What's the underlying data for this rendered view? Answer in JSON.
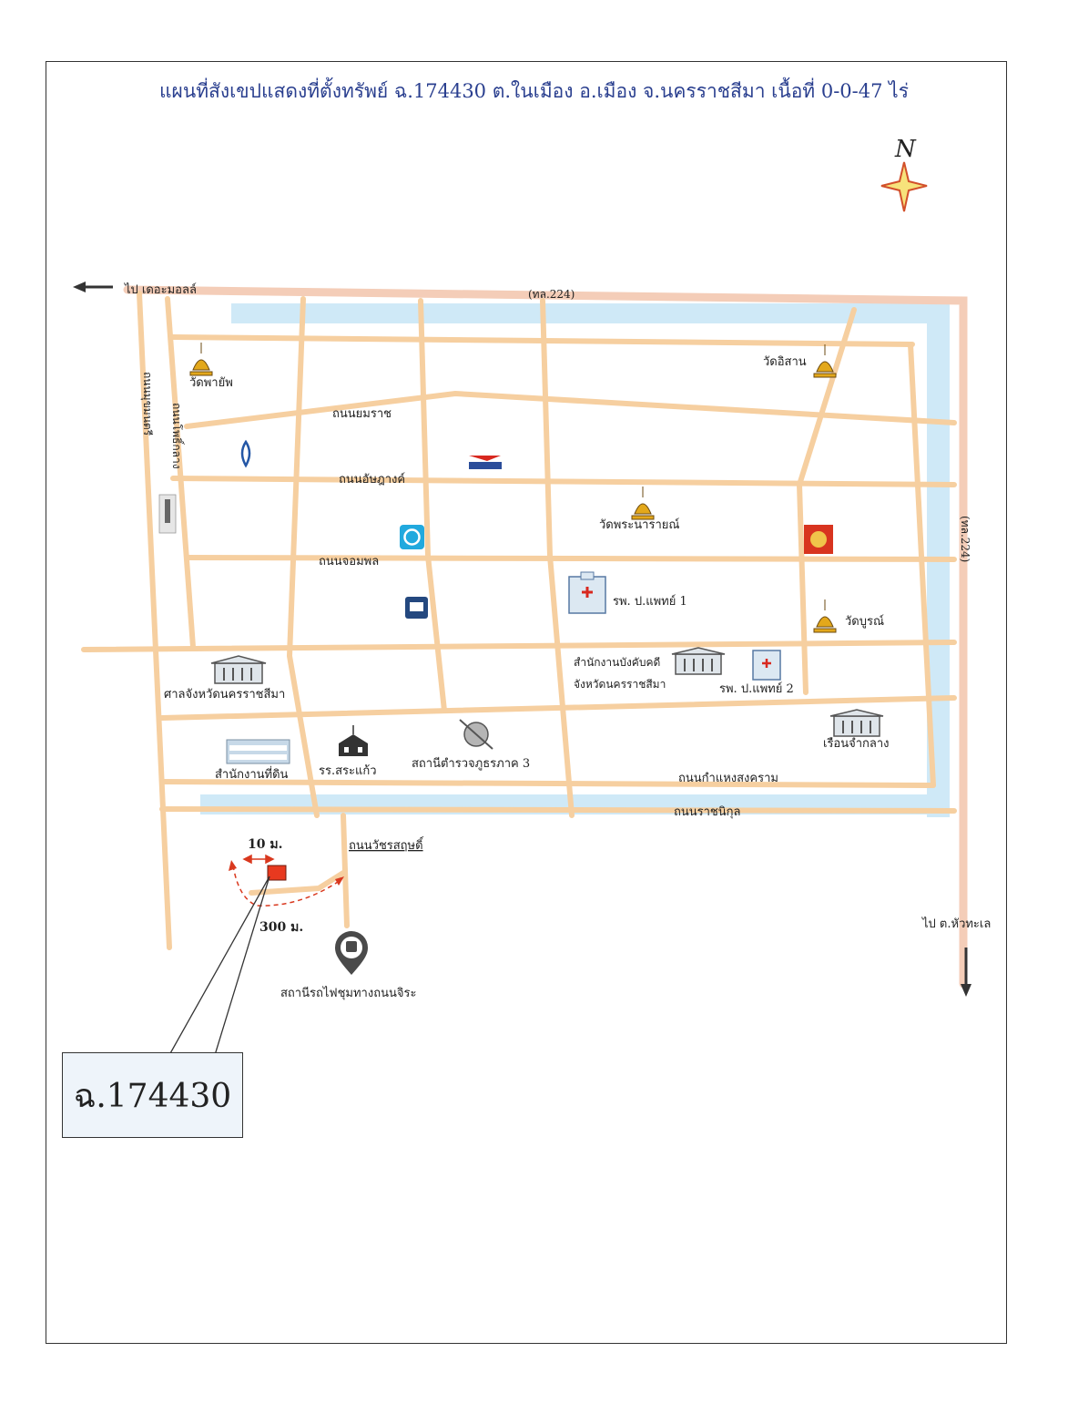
{
  "title": "แผนที่สังเขปแสดงที่ตั้งทรัพย์ ฉ.174430 ต.ในเมือง อ.เมือง จ.นครราชสีมา  เนื้อที่ 0-0-47 ไร่",
  "north_letter": "N",
  "colors": {
    "road": "#f6cfa0",
    "moat": "#cfe9f7",
    "highway": "#f4cdb8",
    "parcel": "#e8391f",
    "dimension": "#d9381e",
    "title_text": "#2a3f8f",
    "temple_gold": "#e3a81b"
  },
  "labels": {
    "to_mall": "ไป เดอะมอลล์",
    "hwy_top": "(ทล.224)",
    "hwy_right": "(ทล.224)",
    "to_south": "ไป ต.หัวทะเล",
    "road_mukmontri": "ถนนมุขมนตรี",
    "road_pho_klang": "ถนนโพธิ์กลาง",
    "road_yommarat": "ถนนยมราช",
    "road_assadang": "ถนนอัษฎางค์",
    "road_chomphon": "ถนนจอมพล",
    "road_kamphaeng": "ถนนกำแหงสงคราม",
    "road_ratchanikun": "ถนนราชนิกุล",
    "road_watcharasarit": "ถนนวัชรสฤษดิ์"
  },
  "places": {
    "wat_phayap": "วัดพายัพ",
    "wat_isan": "วัดอิสาน",
    "wat_phranarai": "วัดพระนารายณ์",
    "wat_bun": "วัดบูรณ์",
    "hospital_1": "รพ. ป.แพทย์ 1",
    "hospital_2": "รพ. ป.แพทย์ 2",
    "court": "ศาลจังหวัดนครราชสีมา",
    "enforcement_1": "สำนักงานบังคับคดี",
    "enforcement_2": "จังหวัดนครราชสีมา",
    "land_office": "สำนักงานที่ดิน",
    "school": "รร.สระแก้ว",
    "police": "สถานีตำรวจภูธรภาค 3",
    "ruean_jamklang": "เรือนจำกลาง",
    "train_station": "สถานีรถไฟชุมทางถนนจิระ"
  },
  "dimensions": {
    "width_label": "10 ม.",
    "distance_label": "300 ม."
  },
  "parcel_id": "ฉ.174430",
  "icons": [
    "north-arrow-icon",
    "temple-icon",
    "bank-icon",
    "post-office-icon",
    "hospital-building-icon",
    "government-building-icon",
    "school-icon",
    "police-seal-icon",
    "train-station-pin-icon",
    "monument-icon",
    "shop-icon"
  ]
}
